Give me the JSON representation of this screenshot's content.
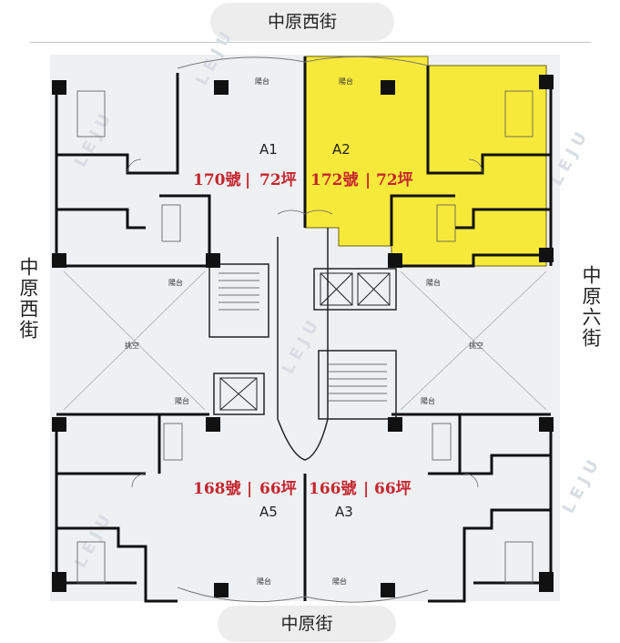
{
  "streets": {
    "top": "中原西街",
    "bottom": "中原街",
    "left": "中原西街",
    "right": "中原六街"
  },
  "units": [
    {
      "id": "A1",
      "number": "170號",
      "area": "72坪",
      "highlighted": false
    },
    {
      "id": "A2",
      "number": "172號",
      "area": "72坪",
      "highlighted": true
    },
    {
      "id": "A5",
      "number": "168號",
      "area": "66坪",
      "highlighted": false
    },
    {
      "id": "A3",
      "number": "166號",
      "area": "66坪",
      "highlighted": false
    }
  ],
  "room_labels": {
    "balcony": "陽台",
    "void": "挑空"
  },
  "watermark": "LEJU",
  "colors": {
    "highlight": "#f7e93a",
    "wall": "#111111",
    "info_text": "#c4262e",
    "plan_background": "#eef0f2"
  }
}
